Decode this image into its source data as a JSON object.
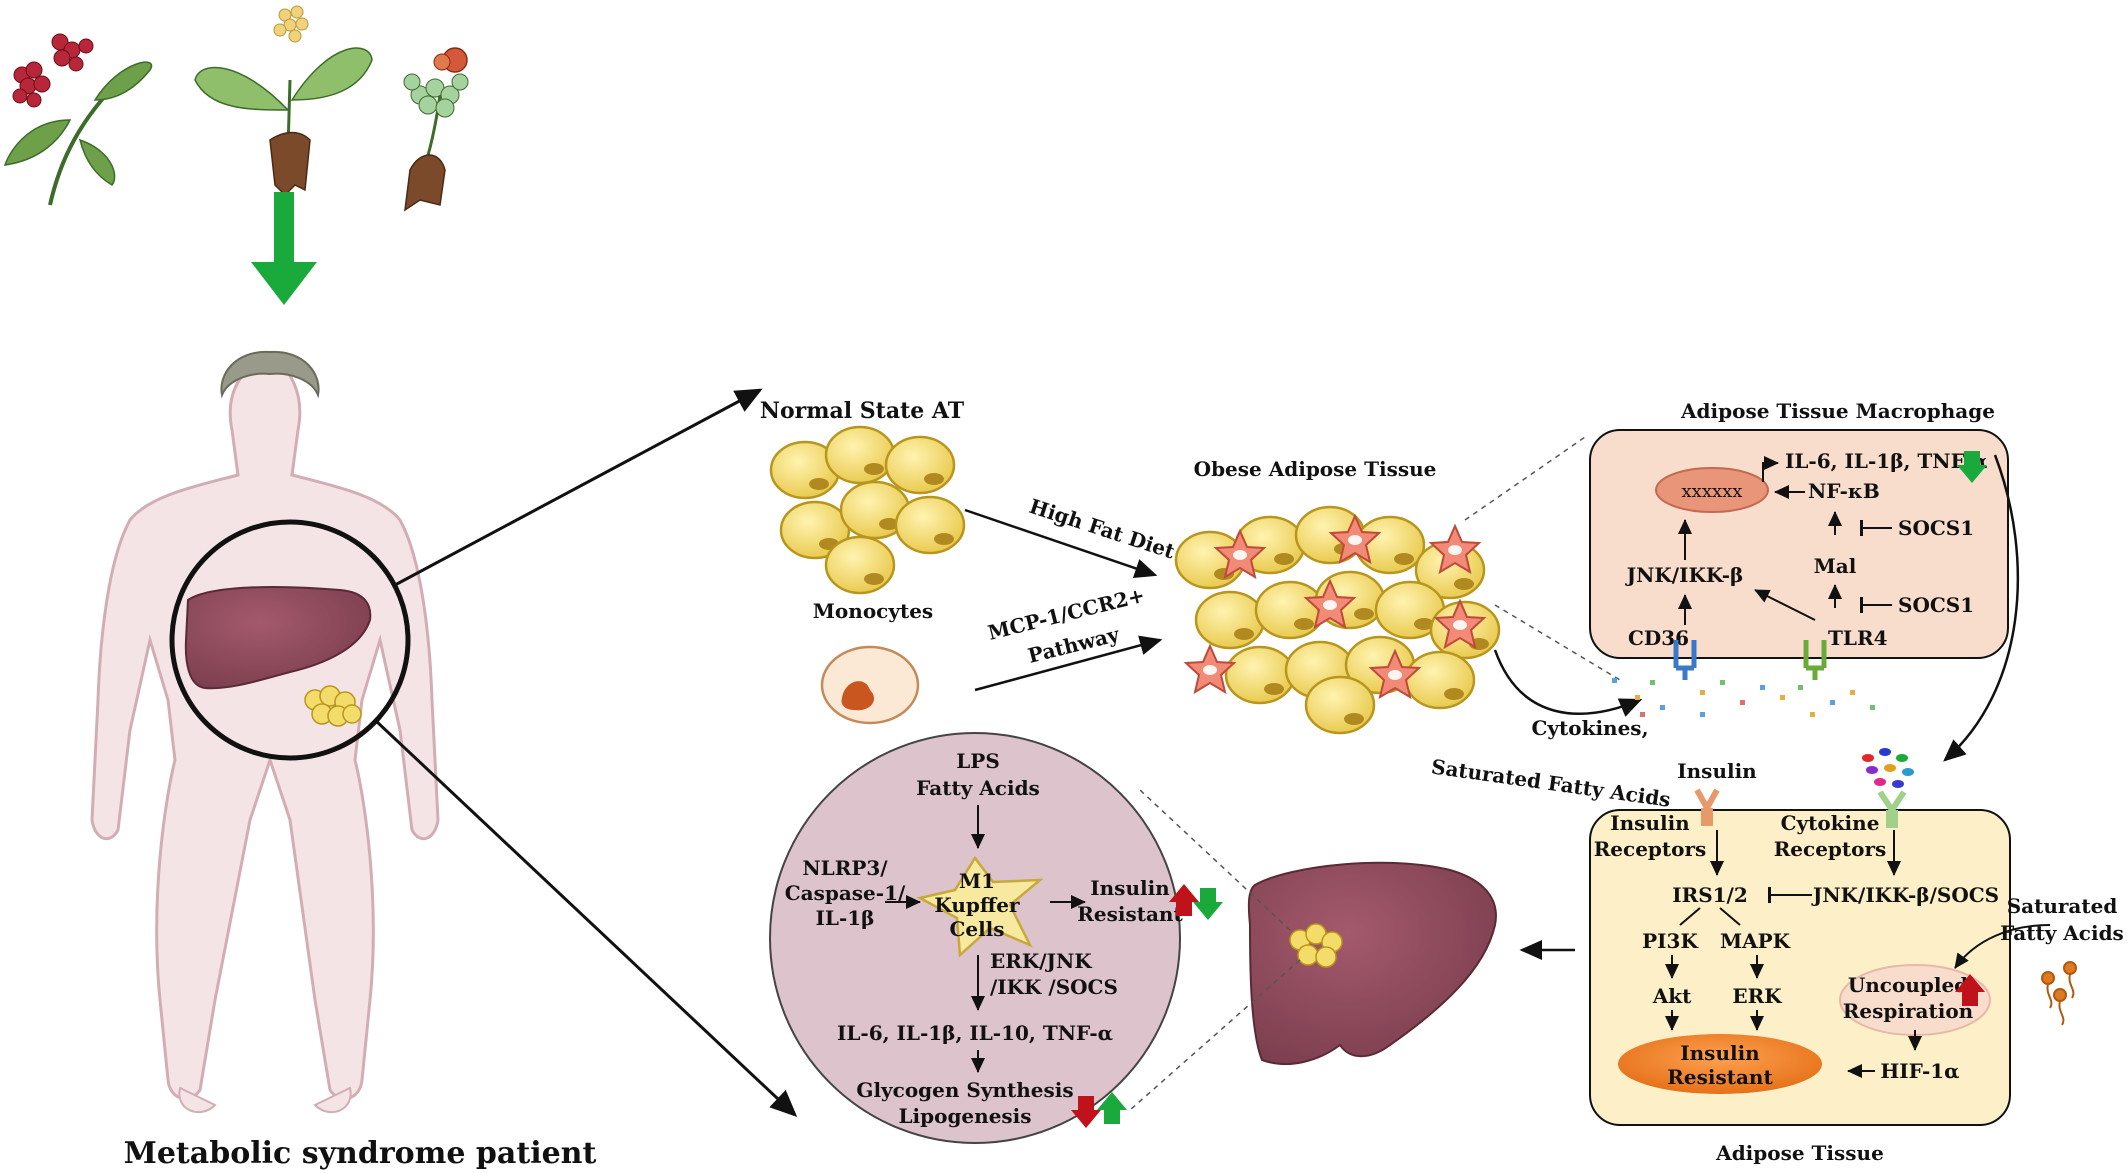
{
  "patient": {
    "caption": "Metabolic syndrome patient"
  },
  "adipose": {
    "normal_label": "Normal State AT",
    "monocytes_label": "Monocytes",
    "high_fat_diet": "High Fat Diet",
    "mcp_line1": "MCP-1/CCR2+",
    "mcp_line2": "Pathway",
    "obese_label": "Obese Adipose Tissue",
    "cytokines_line1": "Cytokines,",
    "cytokines_line2": "Saturated Fatty Acids"
  },
  "macrophage": {
    "title": "Adipose Tissue Macrophage",
    "outputs": "IL-6, IL-1β, TNF-α",
    "nucleus": "xxxxxx",
    "nfkb": "NF-κB",
    "socs1_top": "SOCS1",
    "mal": "Mal",
    "jnk": "JNK/IKK-β",
    "socs1_bottom": "SOCS1",
    "cd36": "CD36",
    "tlr4": "TLR4"
  },
  "adipose_tissue": {
    "title": "Adipose Tissue",
    "insulin": "Insulin",
    "insulin_receptors_1": "Insulin",
    "insulin_receptors_2": "Receptors",
    "cytokine_receptors_1": "Cytokine",
    "cytokine_receptors_2": "Receptors",
    "irs": "IRS1/2",
    "jnk_socs": "JNK/IKK-β/SOCS",
    "pi3k": "PI3K",
    "mapk": "MAPK",
    "akt": "Akt",
    "erk": "ERK",
    "uncoupled_1": "Uncoupled",
    "uncoupled_2": "Respiration",
    "hif": "HIF-1α",
    "insulin_resistant_1": "Insulin",
    "insulin_resistant_2": "Resistant",
    "sfa_1": "Saturated",
    "sfa_2": "Fatty Acids"
  },
  "liver_panel": {
    "lps": "LPS",
    "fatty_acids": "Fatty Acids",
    "nlrp3_1": "NLRP3/",
    "nlrp3_2": "Caspase-1/",
    "nlrp3_3": "IL-1β",
    "m1_1": "M1",
    "m1_2": "Kupffer",
    "m1_3": "Cells",
    "ir_1": "Insulin",
    "ir_2": "Resistant",
    "erk_1": "ERK/JNK",
    "erk_2": "/IKK /SOCS",
    "cytokines": "IL-6, IL-1β, IL-10, TNF-α",
    "glycogen": "Glycogen Synthesis",
    "lipogenesis": "Lipogenesis"
  },
  "colors": {
    "green_arrow": "#1aaa3c",
    "red_arrow": "#c0121a",
    "macrophage_box": "#f9ddcc",
    "adipose_box": "#fdefc8",
    "liver_circle": "#dcc3cc",
    "liver": "#8b4a5a",
    "fat_cell": "#f3dc6a",
    "star": "#f08070"
  },
  "icons": [
    "herb-plant-icon",
    "down-arrow-icon",
    "human-body-icon",
    "liver-icon",
    "fat-cells-icon",
    "monocyte-icon",
    "kupffer-star-icon",
    "receptor-icon"
  ]
}
